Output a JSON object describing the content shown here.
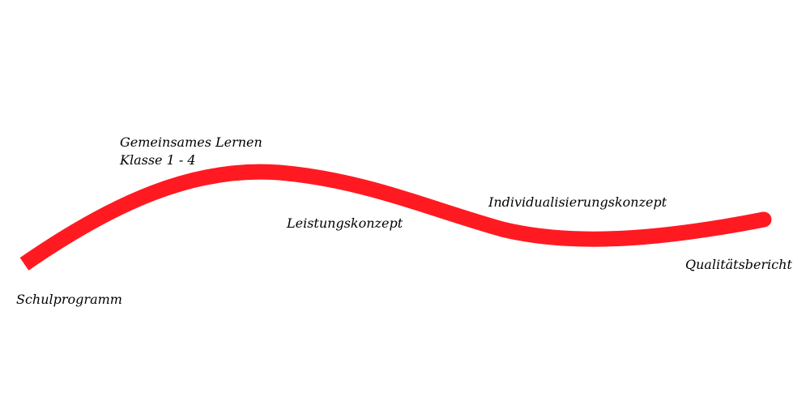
{
  "path": {
    "color": "#ff1a22",
    "milestones": [
      {
        "id": "schulprogramm",
        "lines": [
          "Schulprogramm"
        ]
      },
      {
        "id": "gemeinsames-lernen",
        "lines": [
          "Gemeinsames Lernen",
          "Klasse 1 - 4"
        ]
      },
      {
        "id": "leistungskonzept",
        "lines": [
          "Leistungskonzept"
        ]
      },
      {
        "id": "individualisierungskonzept",
        "lines": [
          "Individualisierungskonzept"
        ]
      },
      {
        "id": "qualitaetsbericht",
        "lines": [
          "Qualitätsbericht"
        ]
      }
    ]
  }
}
